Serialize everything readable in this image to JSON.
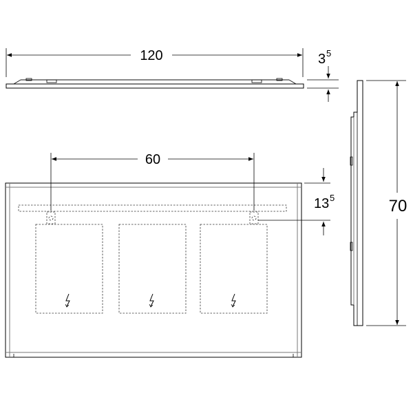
{
  "dimensions": {
    "width_total": "120",
    "depth_main": "3",
    "depth_sup": "5",
    "hole_spacing": "60",
    "top_offset_main": "13",
    "top_offset_sup": "5",
    "height_total": "70"
  },
  "icons": {
    "socket_symbol": "lightning-bolt-icon"
  }
}
